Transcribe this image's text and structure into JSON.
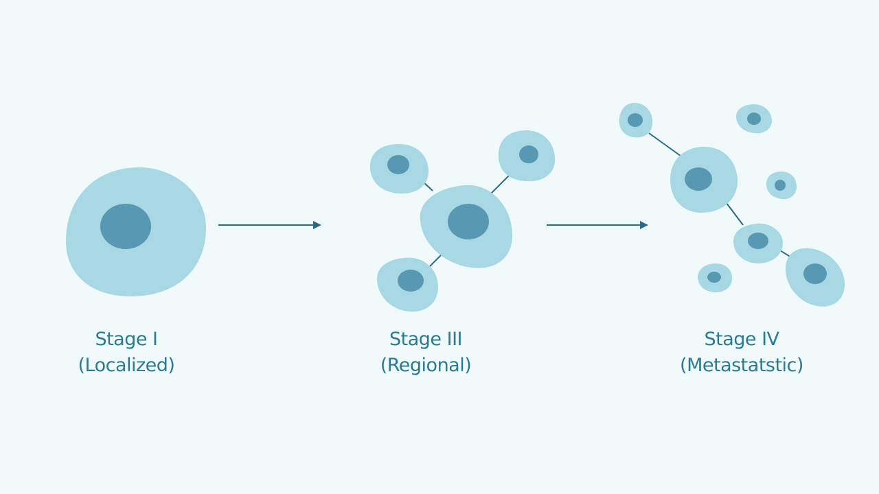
{
  "colors": {
    "background": "#f1fafb",
    "cell_body": "#a8d8e3",
    "cell_nucleus": "#5799b3",
    "connector": "#2b6a84",
    "label_text": "#2a7a92"
  },
  "stages": [
    {
      "title": "Stage I",
      "subtitle": "(Localized)"
    },
    {
      "title": "Stage III",
      "subtitle": "(Regional)"
    },
    {
      "title": "Stage IV",
      "subtitle": "(Metastatstic)"
    }
  ]
}
